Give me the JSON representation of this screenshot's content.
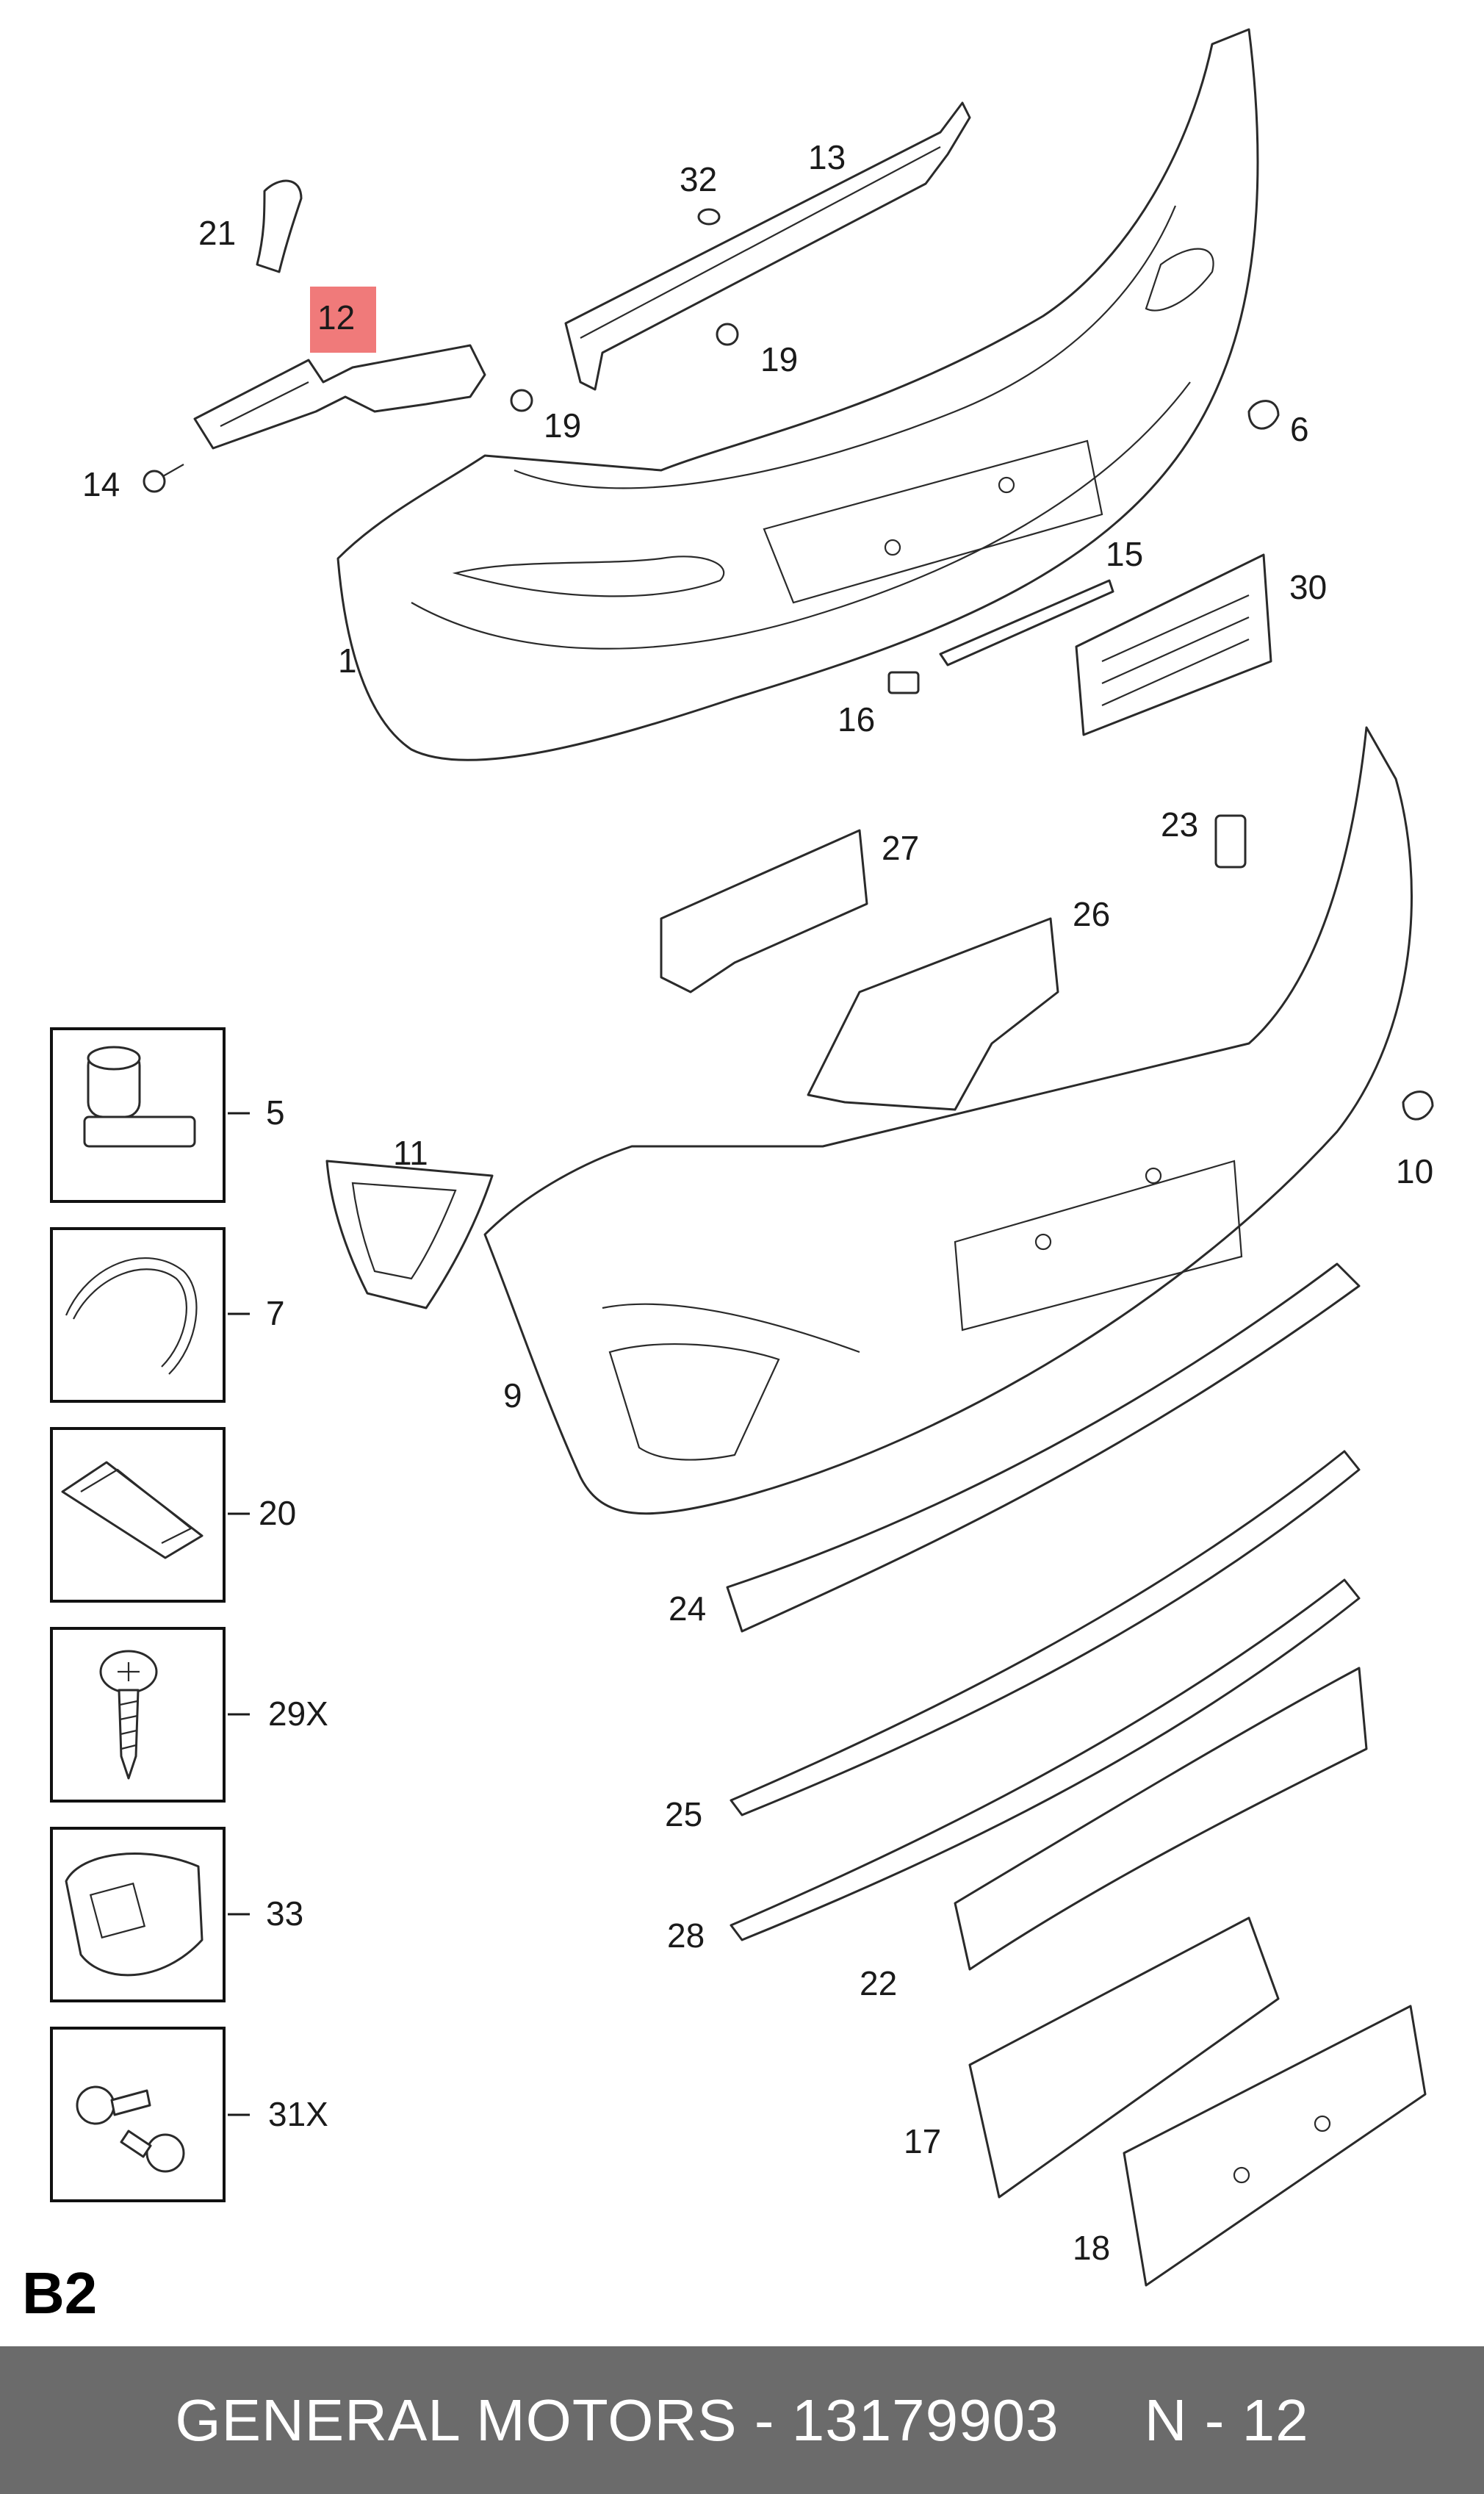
{
  "diagram": {
    "section_label": "B2",
    "highlight_color": "#f07a7a",
    "highlighted_part": "12",
    "callouts": {
      "p1": "1",
      "p6": "6",
      "p9": "9",
      "p10": "10",
      "p11": "11",
      "p12": "12",
      "p13": "13",
      "p14": "14",
      "p15": "15",
      "p16": "16",
      "p17": "17",
      "p18": "18",
      "p19a": "19",
      "p19b": "19",
      "p21": "21",
      "p22": "22",
      "p23": "23",
      "p24": "24",
      "p25": "25",
      "p26": "26",
      "p27": "27",
      "p28": "28",
      "p30": "30",
      "p32": "32"
    },
    "legend": [
      {
        "label": "5",
        "icon": "clip-nut-icon"
      },
      {
        "label": "7",
        "icon": "wire-clip-icon"
      },
      {
        "label": "20",
        "icon": "retainer-clip-icon"
      },
      {
        "label": "29X",
        "icon": "screw-icon"
      },
      {
        "label": "33",
        "icon": "grommet-icon"
      },
      {
        "label": "31X",
        "icon": "bolt-pair-icon"
      }
    ]
  },
  "footer": {
    "text": "GENERAL MOTORS - 13179903     N - 12",
    "background": "#6b6b6b"
  }
}
